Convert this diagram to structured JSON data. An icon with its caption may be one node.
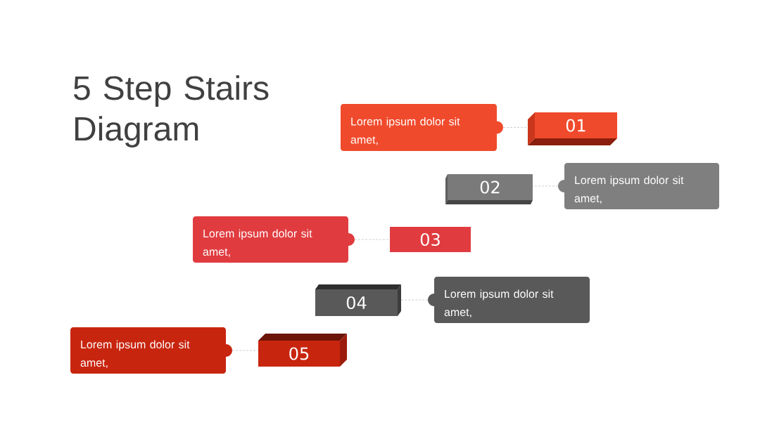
{
  "diagram": {
    "title": "5 Step Stairs Diagram",
    "nodes": [
      {
        "text": [
          "Lorem ipsum dolor sit amet,"
        ]
      },
      {
        "text": [
          "01"
        ]
      },
      {
        "text": [
          "02"
        ]
      },
      {
        "text": [
          "Lorem ipsum dolor sit amet,"
        ]
      },
      {
        "text": [
          "Lorem ipsum dolor sit amet,"
        ]
      },
      {
        "text": [
          "03"
        ]
      },
      {
        "text": [
          "04"
        ]
      },
      {
        "text": [
          "Lorem ipsum dolor sit amet,"
        ]
      },
      {
        "text": [
          "Lorem ipsum dolor sit amet,"
        ]
      },
      {
        "text": [
          "05"
        ]
      }
    ],
    "edges": [
      {
        "from": 0,
        "to": 1,
        "arrow": "none",
        "style": "dashed"
      },
      {
        "from": 3,
        "to": 2,
        "arrow": "none",
        "style": "dashed"
      },
      {
        "from": 4,
        "to": 5,
        "arrow": "none",
        "style": "dashed"
      },
      {
        "from": 7,
        "to": 6,
        "arrow": "none",
        "style": "dashed"
      },
      {
        "from": 8,
        "to": 9,
        "arrow": "none",
        "style": "dashed"
      }
    ]
  }
}
